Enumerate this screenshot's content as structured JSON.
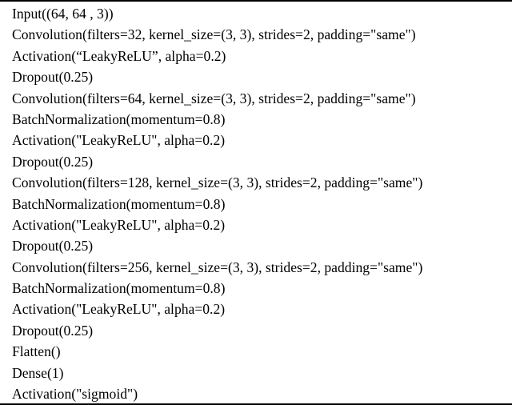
{
  "layers": [
    "Input((64, 64 , 3))",
    "Convolution(filters=32, kernel_size=(3, 3), strides=2, padding=\"same\")",
    "Activation(“LeakyReLU”, alpha=0.2)",
    "Dropout(0.25)",
    "Convolution(filters=64, kernel_size=(3, 3), strides=2, padding=\"same\")",
    "BatchNormalization(momentum=0.8)",
    "Activation(\"LeakyReLU\", alpha=0.2)",
    "Dropout(0.25)",
    "Convolution(filters=128, kernel_size=(3, 3), strides=2, padding=\"same\")",
    "BatchNormalization(momentum=0.8)",
    "Activation(\"LeakyReLU\", alpha=0.2)",
    "Dropout(0.25)",
    "Convolution(filters=256, kernel_size=(3, 3), strides=2, padding=\"same\")",
    "BatchNormalization(momentum=0.8)",
    "Activation(\"LeakyReLU\", alpha=0.2)",
    "Dropout(0.25)",
    "Flatten()",
    "Dense(1)",
    "Activation(\"sigmoid\")"
  ]
}
